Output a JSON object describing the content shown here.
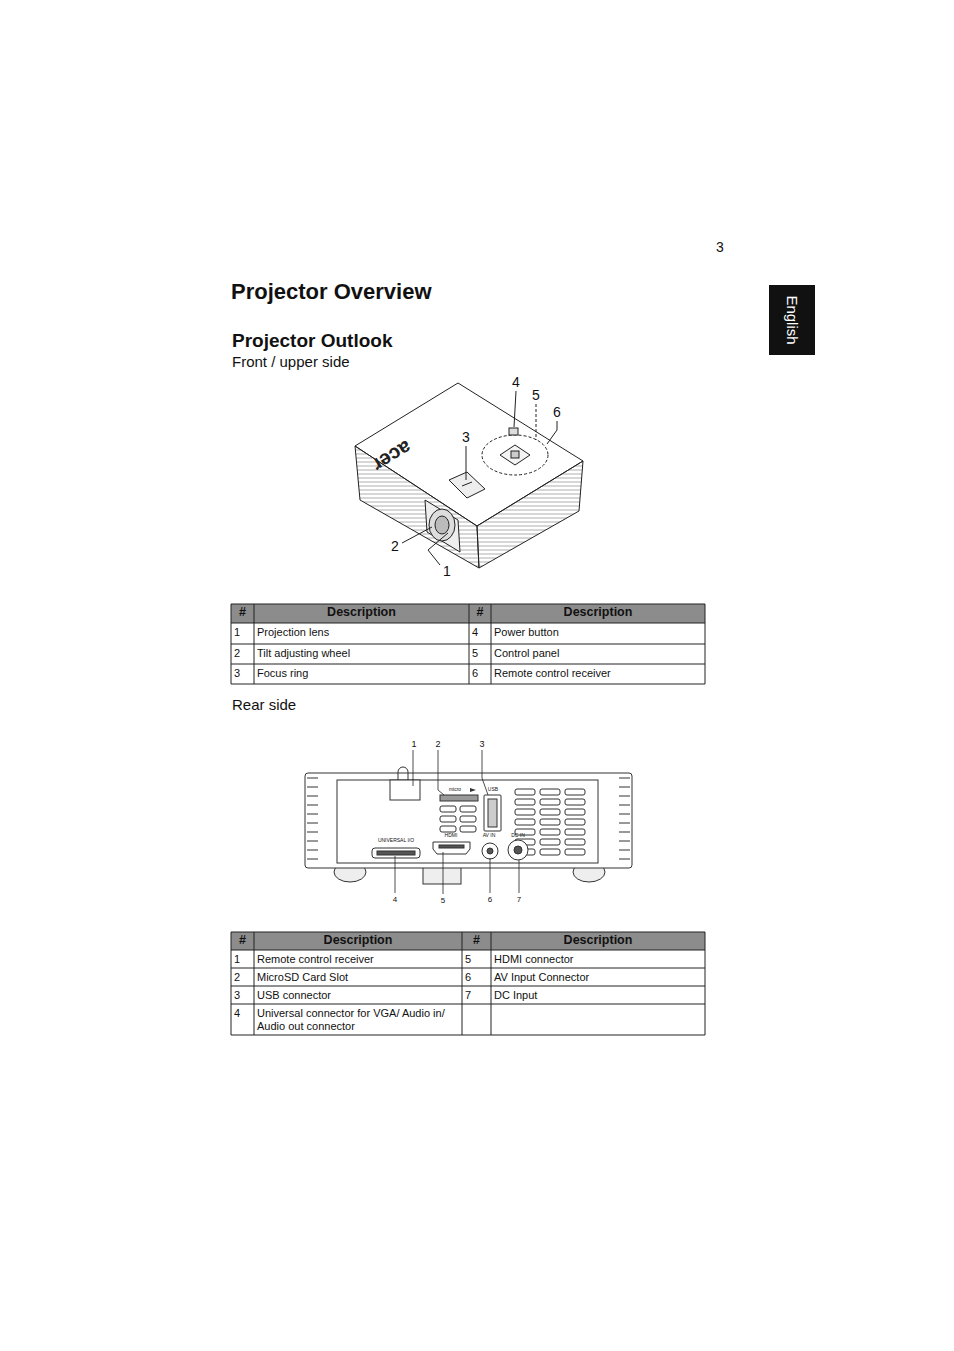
{
  "diagram": {
    "title": "Projector Overview",
    "nodes": [
      {
        "text": [
          "English"
        ]
      }
    ],
    "labels": [
      "3",
      "Projector Outlook",
      "Front / upper side",
      "4",
      "5",
      "6",
      "3",
      "2",
      "1",
      "#",
      "Description",
      "#",
      "Description",
      "1",
      "Projection lens",
      "4",
      "Power button",
      "2",
      "Tilt adjusting wheel",
      "5",
      "Control panel",
      "3",
      "Focus ring",
      "6",
      "Remote control receiver",
      "Rear side",
      "1",
      "2",
      "3",
      "micro",
      "USB",
      "UNIVERSAL I/O",
      "HDMI",
      "AV IN",
      "DC IN",
      "4",
      "5",
      "6",
      "7",
      "#",
      "Description",
      "#",
      "Description",
      "1",
      "Remote control receiver",
      "5",
      "HDMI connector",
      "2",
      "MicroSD Card Slot",
      "6",
      "AV Input Connector",
      "3",
      "USB connector",
      "7",
      "DC Input",
      "4",
      "Universal connector for VGA/ Audio in/ Audio out connector",
      "acer"
    ]
  }
}
